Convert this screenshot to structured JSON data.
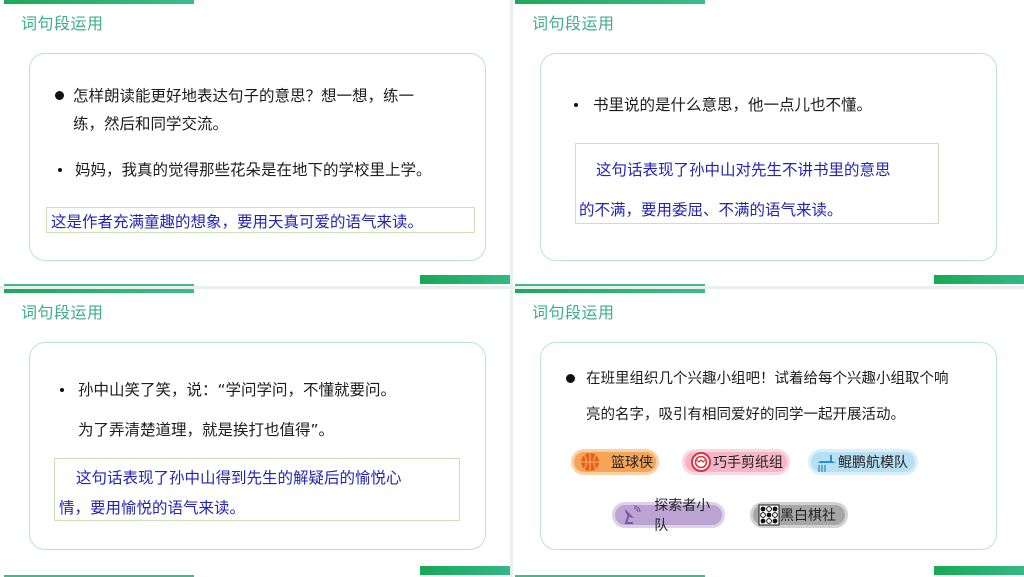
{
  "slides": [
    {
      "title": "词句段运用",
      "question_line1": "怎样朗读能更好地表达句子的意思？想一想，练一",
      "question_line2": "练，然后和同学交流。",
      "sentence": "妈妈，我真的觉得那些花朵是在地下的学校里上学。",
      "answer": "这是作者充满童趣的想象，要用天真可爱的语气来读。"
    },
    {
      "title": "词句段运用",
      "sentence": "书里说的是什么意思，他一点儿也不懂。",
      "answer_line1": "这句话表现了孙中山对先生不讲书里的意思",
      "answer_line2": "的不满，要用委屈、不满的语气来读。"
    },
    {
      "title": "词句段运用",
      "sentence_line1": "孙中山笑了笑，说：“学问学问，不懂就要问。",
      "sentence_line2": "为了弄清楚道理，就是挨打也值得”。",
      "answer_line1": "这句话表现了孙中山得到先生的解疑后的愉悦心",
      "answer_line2": "情，要用愉悦的语气来读。"
    },
    {
      "title": "词句段运用",
      "question_line1": "在班里组织几个兴趣小组吧！试着给每个兴趣小组取个响",
      "question_line2": "亮的名字，吸引有相同爱好的同学一起开展活动。",
      "groups": [
        {
          "label": "篮球侠",
          "icon": "basketball-icon",
          "color": "#f5a55a",
          "border": "#f8c88e"
        },
        {
          "label": "巧手剪纸组",
          "icon": "paper-cut-icon",
          "color": "#f6b6c8",
          "border": "#f3cfdb"
        },
        {
          "label": "鲲鹏航模队",
          "icon": "airplane-icon",
          "color": "#b8e0f4",
          "border": "#cde9f6"
        },
        {
          "label": "探索者小队",
          "icon": "satellite-dish-icon",
          "color": "#bba4d3",
          "border": "#d3c4e3"
        },
        {
          "label": "黑白棋社",
          "icon": "go-board-icon",
          "color": "#a6a6a6",
          "border": "#c7c7c7"
        }
      ]
    }
  ],
  "colors": {
    "accent_green": "#1fa85a",
    "title_green": "#3fae8a",
    "card_border": "#b9e3d6",
    "answer_text": "#2323b8"
  }
}
